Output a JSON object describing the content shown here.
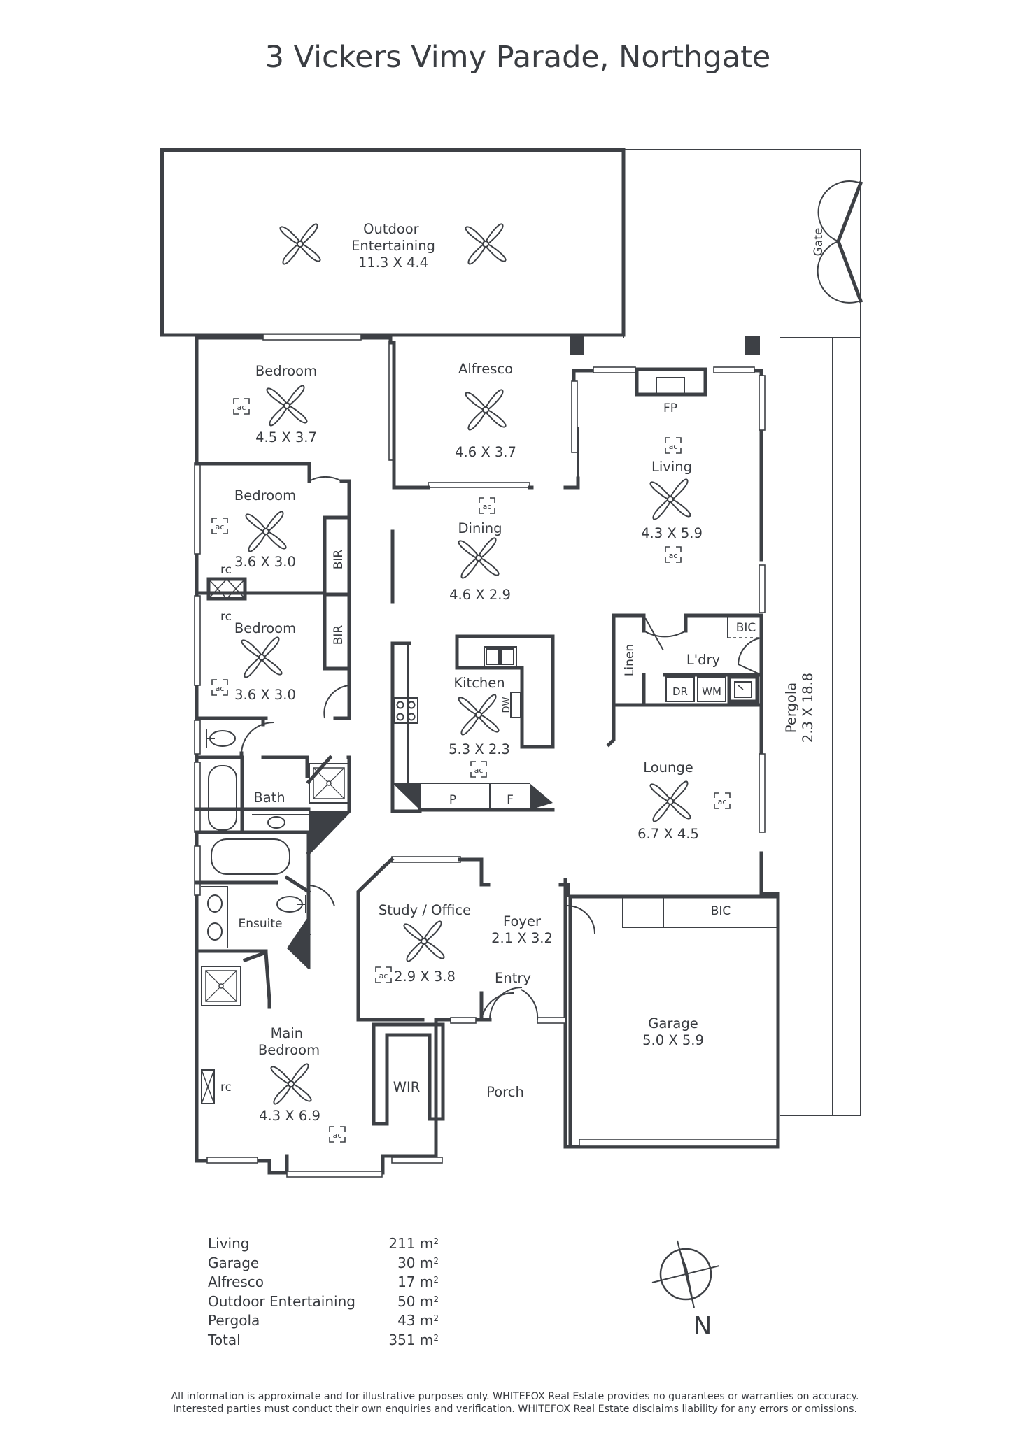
{
  "title": "3 Vickers Vimy Parade, Northgate",
  "rooms": {
    "outdoor_name": "Outdoor\nEntertaining",
    "outdoor_dim": "11.3 X 4.4",
    "gate": "Gate",
    "bed1_name": "Bedroom",
    "bed1_dim": "4.5 X 3.7",
    "alfresco_name": "Alfresco",
    "alfresco_dim": "4.6 X 3.7",
    "fp": "FP",
    "living_name": "Living",
    "living_dim": "4.3 X 5.9",
    "bed2_name": "Bedroom",
    "bed2_dim": "3.6 X 3.0",
    "bed3_name": "Bedroom",
    "bed3_dim": "3.6 X 3.0",
    "bir": "BIR",
    "rc": "rc",
    "dining_name": "Dining",
    "dining_dim": "4.6 X 2.9",
    "kitchen_name": "Kitchen",
    "kitchen_dim": "5.3 X 2.3",
    "dw": "DW",
    "pantry": "P",
    "fridge": "F",
    "linen": "Linen",
    "bic": "BIC",
    "laundry": "L'dry",
    "dr": "DR",
    "wm": "WM",
    "pergola_name": "Pergola",
    "pergola_dim": "2.3 X 18.8",
    "lounge_name": "Lounge",
    "lounge_dim": "6.7 X 4.5",
    "bath": "Bath",
    "ensuite": "Ensuite",
    "study_name": "Study / Office",
    "study_dim": "2.9 X 3.8",
    "foyer_name": "Foyer",
    "foyer_dim": "2.1 X 3.2",
    "entry": "Entry",
    "garage_name": "Garage",
    "garage_dim": "5.0 X 5.9",
    "main_name": "Main\nBedroom",
    "main_dim": "4.3 X 6.9",
    "wir": "WIR",
    "porch": "Porch",
    "ac": "ac"
  },
  "areas": [
    {
      "label": "Living",
      "value": "211 m",
      "unit_sup": "2"
    },
    {
      "label": "Garage",
      "value": "30 m",
      "unit_sup": "2"
    },
    {
      "label": "Alfresco",
      "value": "17 m",
      "unit_sup": "2"
    },
    {
      "label": "Outdoor Entertaining",
      "value": "50 m",
      "unit_sup": "2"
    },
    {
      "label": "Pergola",
      "value": "43 m",
      "unit_sup": "2"
    },
    {
      "label": "Total",
      "value": "351 m",
      "unit_sup": "2"
    }
  ],
  "compass": "N",
  "disclaimer": [
    "All information is approximate and for illustrative purposes only. WHITEFOX Real Estate provides no guarantees or warranties on accuracy.",
    "Interested parties must conduct their own enquiries and verification. WHITEFOX Real Estate disclaims liability for any errors or omissions."
  ]
}
